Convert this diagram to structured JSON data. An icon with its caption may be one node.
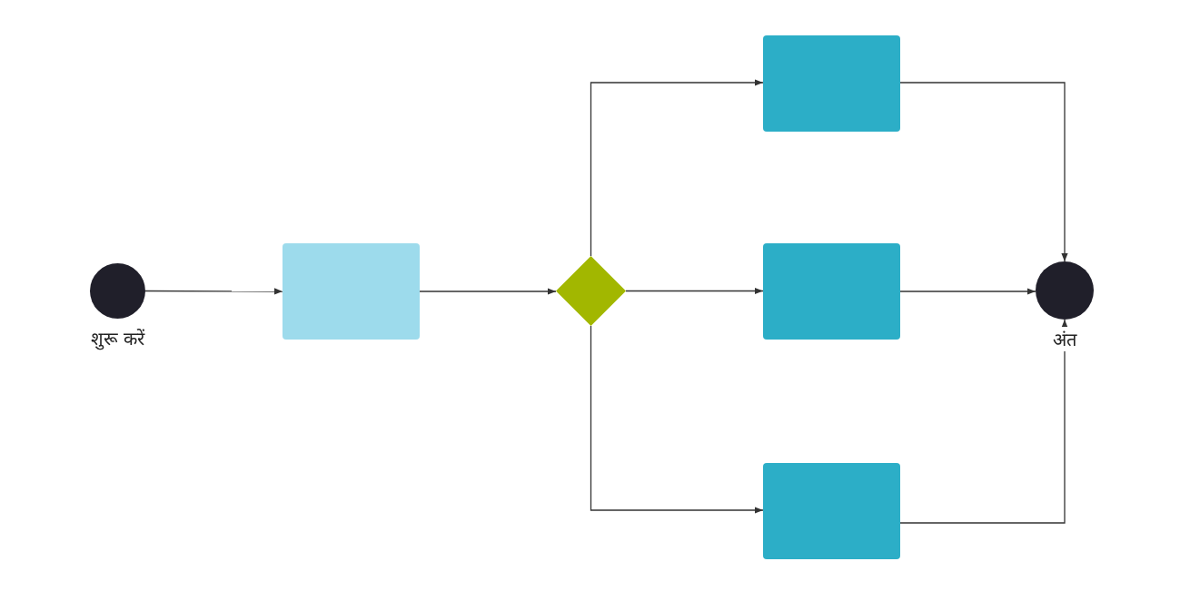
{
  "diagram": {
    "nodes": [
      {
        "text": [],
        "shape": "circle",
        "beside": [
          "शुरू करें"
        ]
      },
      {
        "text": [],
        "shape": "box"
      },
      {
        "text": [],
        "shape": "diamond"
      },
      {
        "text": [],
        "shape": "box"
      },
      {
        "text": [],
        "shape": "box"
      },
      {
        "text": [],
        "shape": "box"
      },
      {
        "text": [],
        "shape": "circle",
        "beside": [
          "अंत"
        ]
      }
    ],
    "edges": [
      {
        "from": 0,
        "to": 1,
        "arrow": "to"
      },
      {
        "from": 1,
        "to": 2,
        "arrow": "to"
      },
      {
        "from": 2,
        "to": 3,
        "arrow": "to"
      },
      {
        "from": 2,
        "to": 4,
        "arrow": "to"
      },
      {
        "from": 2,
        "to": 5,
        "arrow": "to"
      },
      {
        "from": 3,
        "to": 6,
        "arrow": "to"
      },
      {
        "from": 4,
        "to": 6,
        "arrow": "to"
      },
      {
        "from": 5,
        "to": 6,
        "arrow": "to"
      }
    ]
  }
}
